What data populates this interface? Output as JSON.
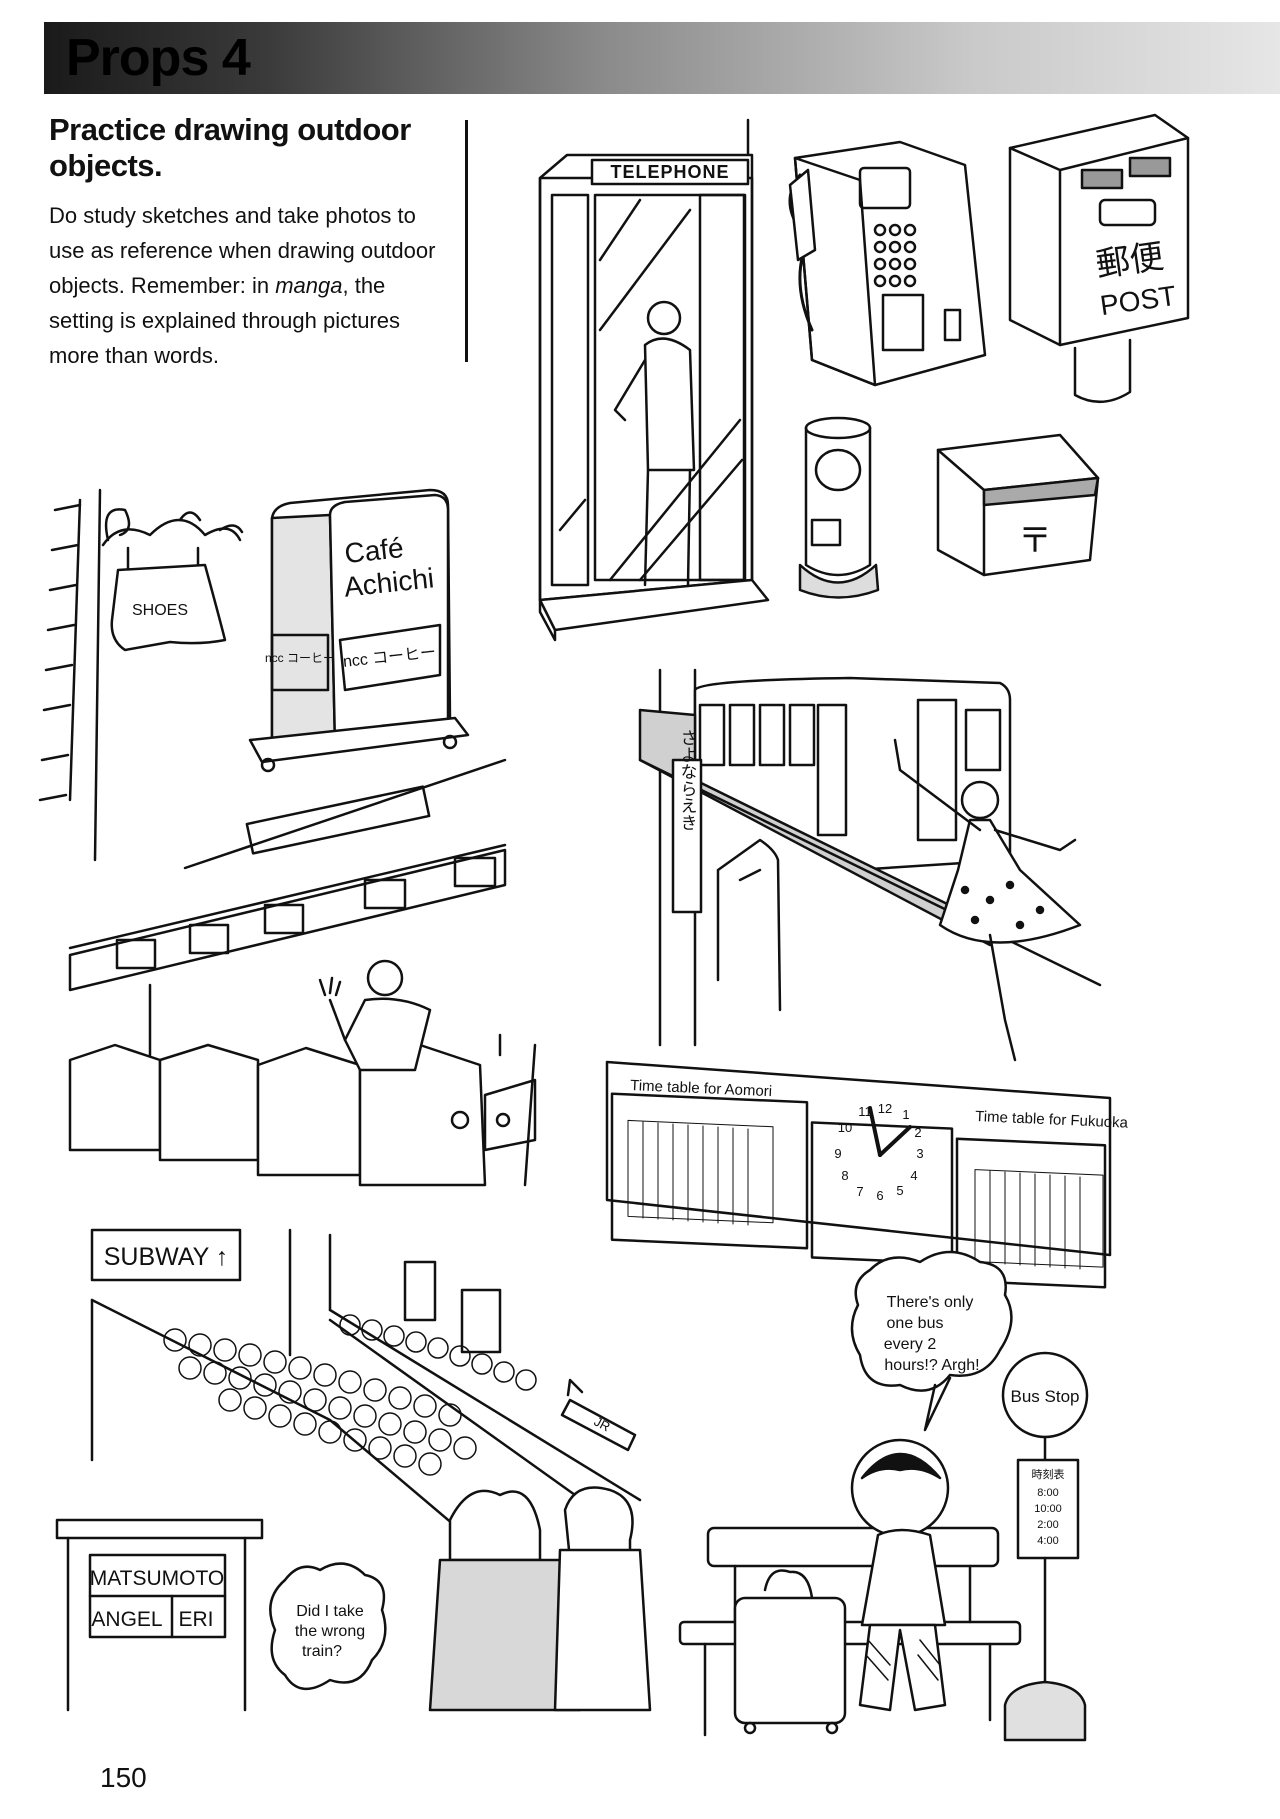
{
  "header": {
    "title": "Props 4"
  },
  "intro": {
    "heading": "Practice drawing outdoor objects.",
    "body_before": "Do study sketches and take photos to use as reference when drawing outdoor objects. Remember: in ",
    "body_emphasis": "manga",
    "body_after": ", the setting is explained through pictures more than words."
  },
  "illustrations": {
    "telephone_booth": {
      "sign": "TELEPHONE"
    },
    "post_box": {
      "kanji": "郵便",
      "label": "POST",
      "mark": "〒"
    },
    "shop_sign": {
      "label": "SHOES"
    },
    "cafe_sign": {
      "line1": "Café",
      "line2": "Achichi",
      "side_text": "ncc コーヒー",
      "front_text": "ncc コーヒー"
    },
    "station_sign": {
      "text": "さよならえき"
    },
    "timetables": {
      "left": "Time table for Aomori",
      "right": "Time table for Fukuoka"
    },
    "clock": {
      "numerals": [
        "12",
        "1",
        "2",
        "3",
        "4",
        "5",
        "6",
        "7",
        "8",
        "9",
        "10",
        "11"
      ]
    },
    "subway": {
      "sign": "SUBWAY ↑",
      "jr_arrow": "JR",
      "name_board": {
        "row1": "MATSUMOTO",
        "row2_left": "ANGEL",
        "row2_right": "ERI"
      },
      "speech": [
        "Did I take",
        "the wrong",
        "train?"
      ]
    },
    "bus_stop": {
      "sign": "Bus Stop",
      "speech": [
        "There's only",
        "one bus",
        "every 2",
        "hours!? Argh!"
      ],
      "schedule": [
        "時刻表",
        "8:00",
        "10:00",
        "2:00",
        "4:00"
      ]
    }
  },
  "footer": {
    "page_number": "150"
  }
}
